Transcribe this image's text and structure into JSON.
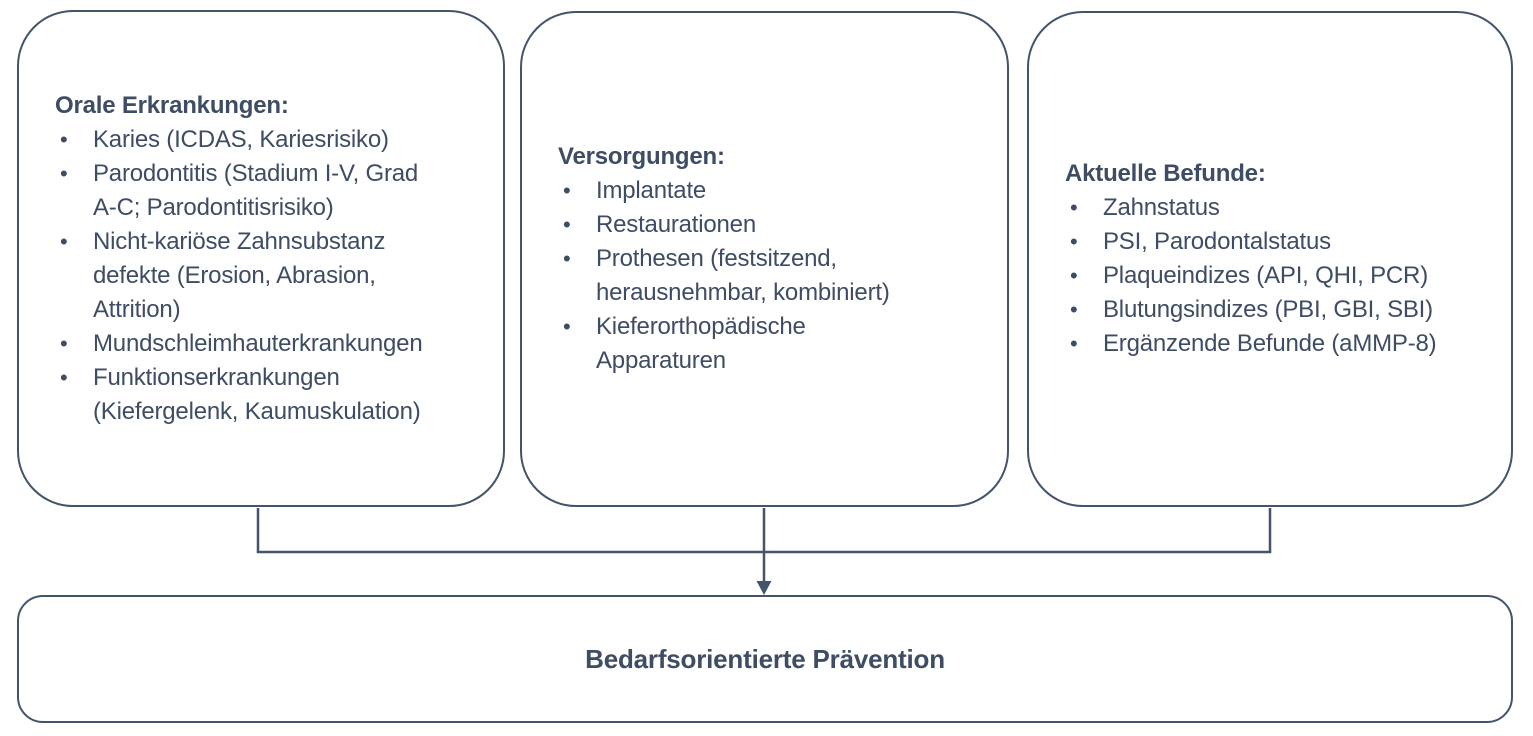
{
  "diagram": {
    "boxes": [
      {
        "heading": "Orale Erkrankungen:",
        "items": [
          "Karies (ICDAS, Kariesrisiko)",
          "Parodontitis (Stadium I-V, Grad\nA-C; Parodontitisrisiko)",
          "Nicht-kariöse Zahnsubstanz\ndefekte (Erosion, Abrasion,\nAttrition)",
          "Mundschleimhauterkrankungen",
          "Funktionserkrankungen\n(Kiefergelenk, Kaumuskulation)"
        ]
      },
      {
        "heading": "Versorgungen:",
        "items": [
          "Implantate",
          "Restaurationen",
          "Prothesen (festsitzend,\nherausnehmbar, kombiniert)",
          "Kieferorthopädische\nApparaturen"
        ]
      },
      {
        "heading": "Aktuelle Befunde:",
        "items": [
          "Zahnstatus",
          "PSI, Parodontalstatus",
          "Plaqueindizes (API, QHI, PCR)",
          "Blutungsindizes (PBI, GBI, SBI)",
          "Ergänzende Befunde (aMMP-8)"
        ]
      }
    ],
    "result_box": {
      "label": "Bedarfsorientierte Prävention"
    },
    "colors": {
      "line": "#44546A",
      "text": "#3E4C64",
      "background": "#FFFFFF"
    }
  }
}
